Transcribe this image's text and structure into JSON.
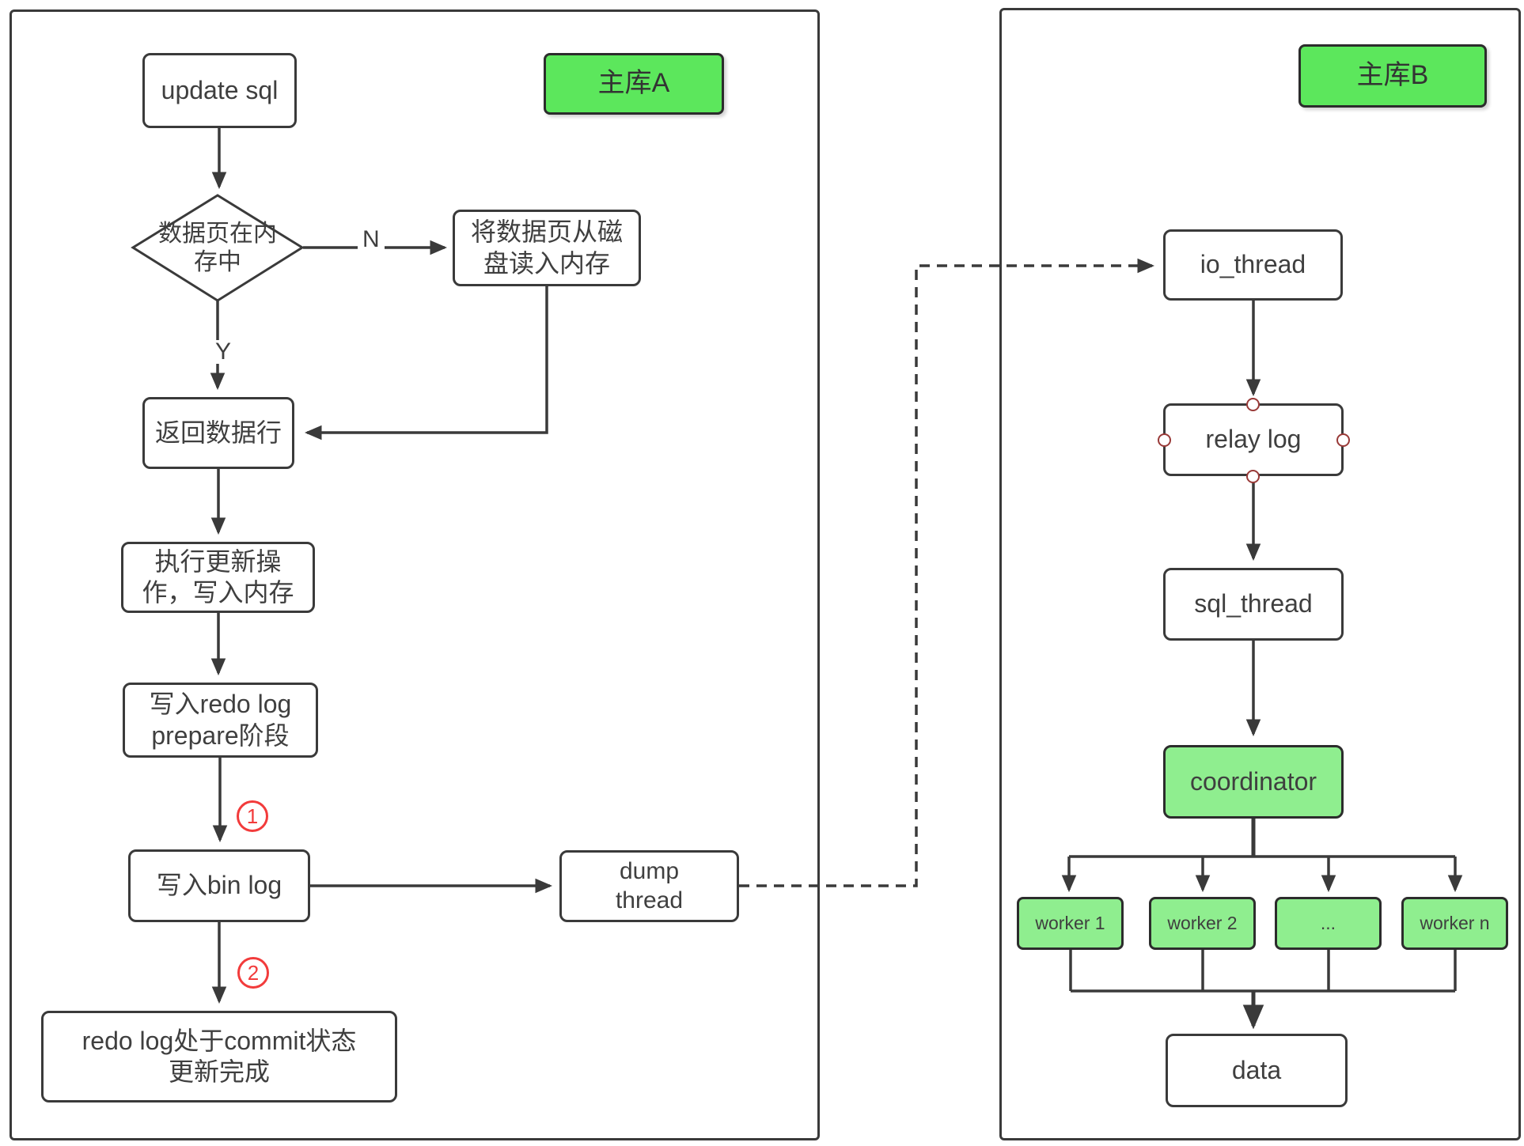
{
  "colors": {
    "header_green": "#5ce75c",
    "node_green": "#8fee8f",
    "line": "#3a3a3a",
    "text": "#3f3f3f",
    "step_red": "#f23b3b",
    "connection_point_red": "#993a38"
  },
  "panel_a": {
    "title": "主库A",
    "nodes": {
      "update_sql": {
        "label": "update sql"
      },
      "decision": {
        "line1": "数据页在内",
        "line2": "存中"
      },
      "read_disk": {
        "line1": "将数据页从磁",
        "line2": "盘读入内存"
      },
      "return_rows": {
        "label": "返回数据行"
      },
      "exec_update": {
        "line1": "执行更新操",
        "line2": "作，写入内存"
      },
      "redo_prepare": {
        "line1": "写入redo log",
        "line2": "prepare阶段"
      },
      "bin_log": {
        "label": "写入bin log"
      },
      "redo_commit": {
        "line1": "redo log处于commit状态",
        "line2": "更新完成"
      },
      "dump_thread": {
        "line1": "dump",
        "line2": "thread"
      }
    },
    "edge_labels": {
      "no": "N",
      "yes": "Y",
      "step1": "1",
      "step2": "2"
    }
  },
  "panel_b": {
    "title": "主库B",
    "nodes": {
      "io_thread": {
        "label": "io_thread"
      },
      "relay_log": {
        "label": "relay log"
      },
      "sql_thread": {
        "label": "sql_thread"
      },
      "coordinator": {
        "label": "coordinator"
      },
      "worker1": {
        "label": "worker 1"
      },
      "worker2": {
        "label": "worker 2"
      },
      "worker_dots": {
        "label": "..."
      },
      "worker_n": {
        "label": "worker n"
      },
      "data": {
        "label": "data"
      }
    }
  }
}
